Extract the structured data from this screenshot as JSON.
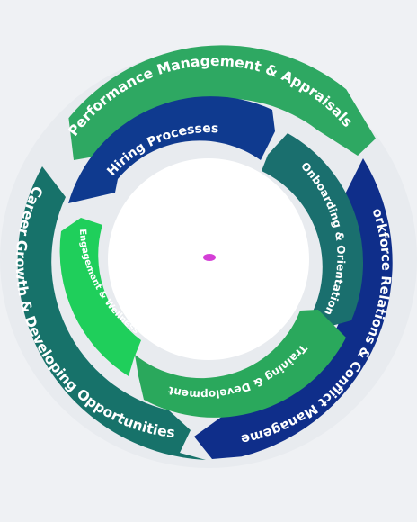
{
  "diagram": {
    "outer_ring": [
      {
        "label": "Performance Management & Appraisals",
        "color": "#2ea862"
      },
      {
        "label": "Workforce Relations & Conflict Management",
        "color": "#0f2e8a"
      },
      {
        "label": "Career Growth & Developing Opportunities",
        "color": "#17726a"
      }
    ],
    "inner_ring": [
      {
        "label": "Hiring Processes",
        "color": "#0f3a8f"
      },
      {
        "label": "Onboarding & Orientation",
        "color": "#1a6f6e"
      },
      {
        "label": "Training & Development",
        "color": "#2aa85c"
      },
      {
        "label": "Engagement & Wellness",
        "color": "#1fcf5b"
      }
    ],
    "center": {
      "color": "#ffffff",
      "dot_color": "#d43fd6"
    },
    "ring_background": "#e6eaef"
  }
}
